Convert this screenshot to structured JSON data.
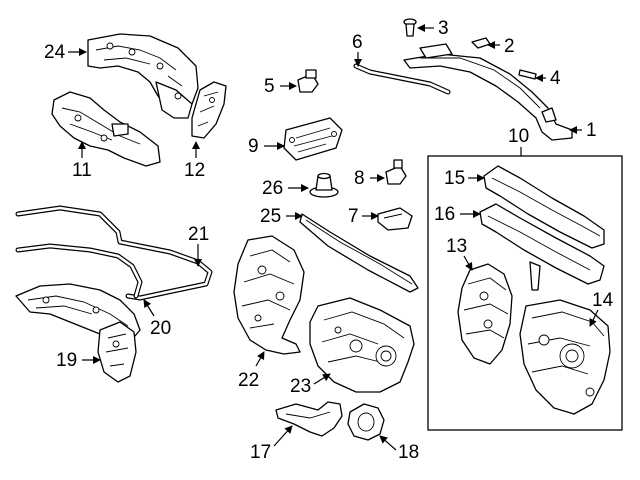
{
  "callouts": {
    "c1": "1",
    "c2": "2",
    "c3": "3",
    "c4": "4",
    "c5": "5",
    "c6": "6",
    "c7": "7",
    "c8": "8",
    "c9": "9",
    "c10": "10",
    "c11": "11",
    "c12": "12",
    "c13": "13",
    "c14": "14",
    "c15": "15",
    "c16": "16",
    "c17": "17",
    "c18": "18",
    "c19": "19",
    "c20": "20",
    "c21": "21",
    "c22": "22",
    "c23": "23",
    "c24": "24",
    "c25": "25",
    "c26": "26"
  }
}
